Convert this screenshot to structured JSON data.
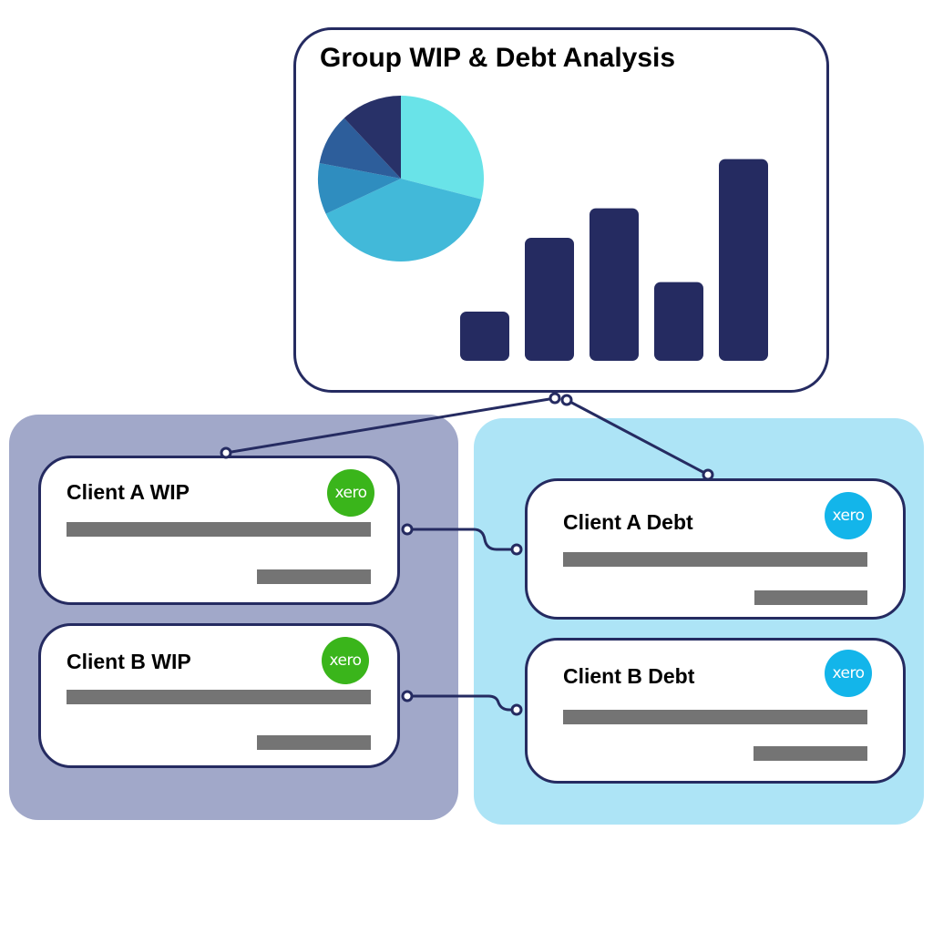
{
  "dashboard": {
    "title": "Group WIP & Debt Analysis"
  },
  "cards": {
    "client_a_wip": {
      "title": "Client A WIP",
      "logo": "xero"
    },
    "client_b_wip": {
      "title": "Client B WIP",
      "logo": "xero"
    },
    "client_a_debt": {
      "title": "Client A Debt",
      "logo": "xero"
    },
    "client_b_debt": {
      "title": "Client B Debt",
      "logo": "xero"
    }
  },
  "colors": {
    "navy": "#252b61",
    "wip_panel": "#a1a8c9",
    "debt_panel": "#ade4f6",
    "placeholder_bar": "#747474",
    "xero_green": "#3ab51b",
    "xero_blue": "#13b5ea"
  },
  "chart_data": [
    {
      "type": "pie",
      "values": [
        29,
        39,
        10,
        10,
        12
      ],
      "colors": [
        "#69e3e8",
        "#42b9d9",
        "#2f8dbf",
        "#2d5e9b",
        "#283168"
      ]
    },
    {
      "type": "bar",
      "values": [
        1.0,
        2.5,
        3.1,
        1.6,
        4.1
      ],
      "color": "#252b61"
    }
  ]
}
